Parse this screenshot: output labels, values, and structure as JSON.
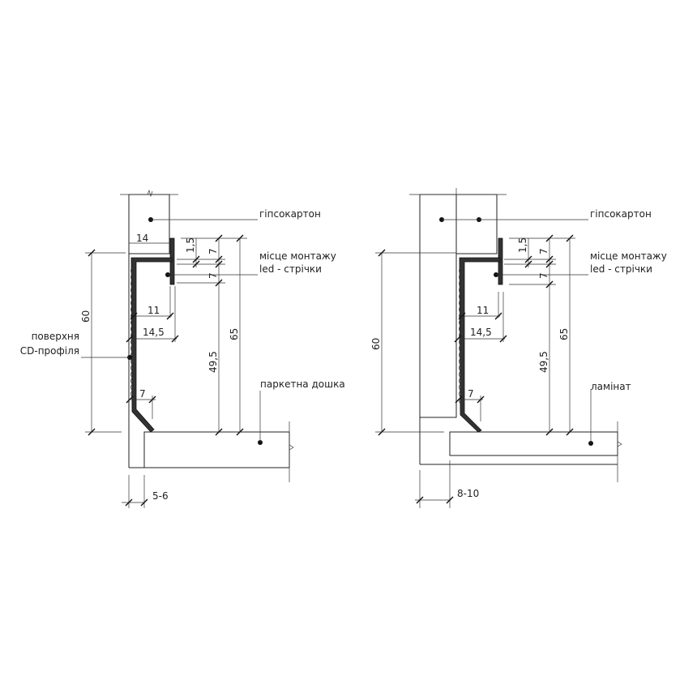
{
  "left_detail": {
    "labels": {
      "drywall": "гіпсокартон",
      "led_mount_line1": "місце монтажу",
      "led_mount_line2": "led - стрічки",
      "cd_profile_line1": "поверхня",
      "cd_profile_line2": "CD-профіля",
      "floor": "паркетна дошка"
    },
    "dimensions": {
      "drywall_thickness": "14",
      "flange_thickness": "1,5",
      "upper_gap": "7",
      "led_zone": "7",
      "depth_11": "11",
      "depth_14_5": "14,5",
      "height_60": "60",
      "height_49_5": "49,5",
      "height_65": "65",
      "bottom_offset": "7",
      "floor_gap": "5-6"
    }
  },
  "right_detail": {
    "labels": {
      "drywall": "гіпсокартон",
      "led_mount_line1": "місце монтажу",
      "led_mount_line2": "led - стрічки",
      "floor": "ламінат"
    },
    "dimensions": {
      "flange_thickness": "1,5",
      "upper_gap": "7",
      "led_zone": "7",
      "depth_11": "11",
      "depth_14_5": "14,5",
      "height_60": "60",
      "height_49_5": "49,5",
      "height_65": "65",
      "bottom_offset": "7",
      "floor_gap": "8-10"
    }
  }
}
